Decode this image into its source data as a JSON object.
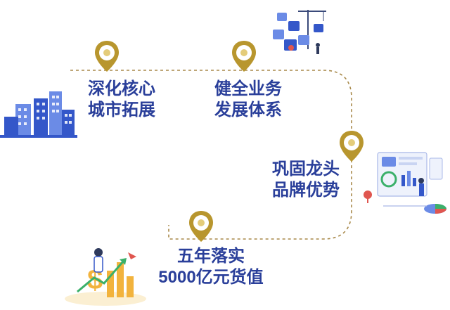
{
  "colors": {
    "accent_gold": "#B8962E",
    "accent_gold_light": "#E4CC7A",
    "text_blue": "#2A3F9A",
    "path_dash": "#A8894A",
    "illus_blue": "#3457C9",
    "illus_blue_light": "#6B8BE6",
    "illus_red": "#E0564F",
    "illus_yellow": "#F2B33D",
    "illus_green": "#3BB06A"
  },
  "milestones": [
    {
      "line1": "深化核心",
      "line2": "城市拓展"
    },
    {
      "line1": "健全业务",
      "line2": "发展体系"
    },
    {
      "line1": "巩固龙头",
      "line2": "品牌优势"
    },
    {
      "line1": "五年落实",
      "line2": "5000亿元货值"
    }
  ],
  "illustrations": [
    {
      "icon": "city-buildings-icon"
    },
    {
      "icon": "puzzle-construction-icon"
    },
    {
      "icon": "analytics-dashboard-icon"
    },
    {
      "icon": "finance-growth-icon"
    }
  ]
}
